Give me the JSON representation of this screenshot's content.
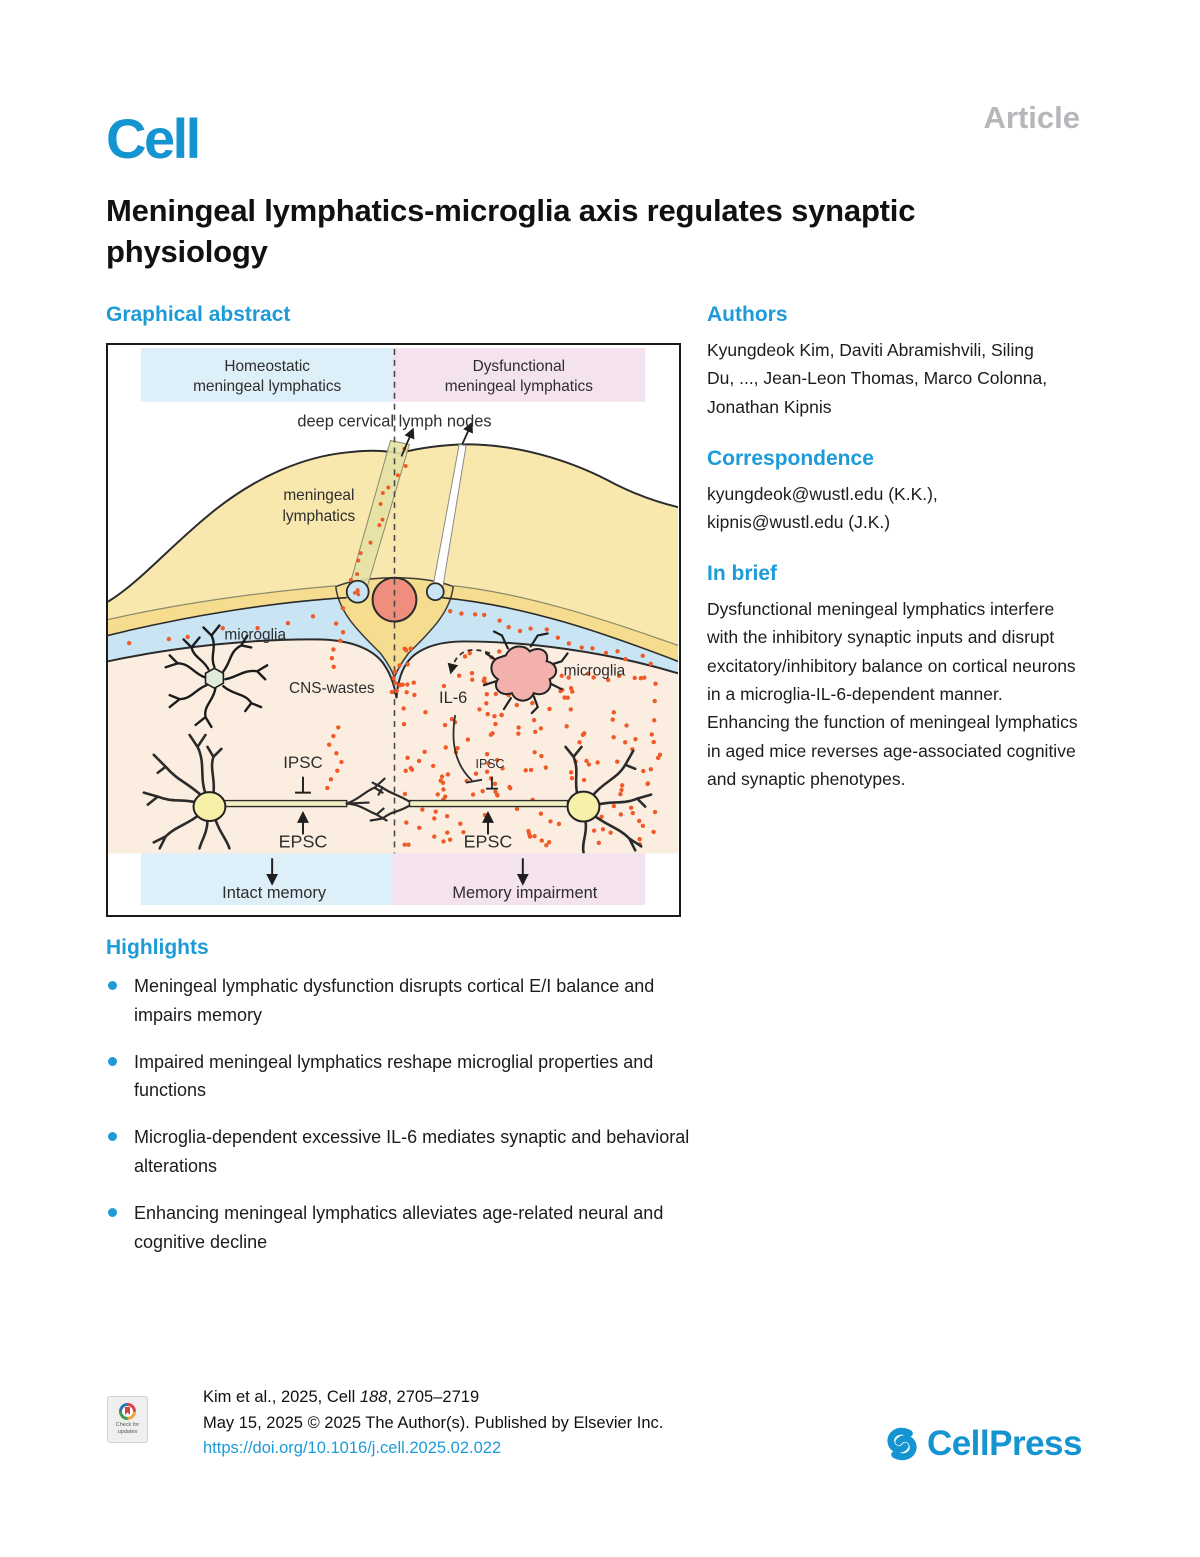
{
  "header": {
    "journal_logo": "Cell",
    "article_type": "Article"
  },
  "title": "Meningeal lymphatics-microglia axis regulates synaptic physiology",
  "left_column": {
    "graphical_abstract_heading": "Graphical abstract"
  },
  "figure": {
    "left_condition_line1": "Homeostatic",
    "left_condition_line2": "meningeal lymphatics",
    "right_condition_line1": "Dysfunctional",
    "right_condition_line2": "meningeal lymphatics",
    "deep_cervical": "deep cervical lymph nodes",
    "meningeal_line1": "meningeal",
    "meningeal_line2": "lymphatics",
    "microglia_left": "microglia",
    "microglia_right": "microglia",
    "cns_wastes": "CNS-wastes",
    "il6": "IL-6",
    "ipsc_left": "IPSC",
    "ipsc_right": "IPSC",
    "epsc_left": "EPSC",
    "epsc_right": "EPSC",
    "outcome_left": "Intact memory",
    "outcome_right": "Memory impairment"
  },
  "authors": {
    "heading": "Authors",
    "names": "Kyungdeok Kim, Daviti Abramishvili, Siling Du, ..., Jean-Leon Thomas, Marco Colonna, Jonathan Kipnis"
  },
  "correspondence": {
    "heading": "Correspondence",
    "emails": "kyungdeok@wustl.edu (K.K.), kipnis@wustl.edu (J.K.)"
  },
  "in_brief": {
    "heading": "In brief",
    "text": "Dysfunctional meningeal lymphatics interfere with the inhibitory synaptic inputs and disrupt excitatory/inhibitory balance on cortical neurons in a microglia-IL-6-dependent manner. Enhancing the function of meningeal lymphatics in aged mice reverses age-associated cognitive and synaptic phenotypes."
  },
  "highlights": {
    "heading": "Highlights",
    "items": [
      "Meningeal lymphatic dysfunction disrupts cortical E/I balance and impairs memory",
      "Impaired meningeal lymphatics reshape microglial properties and functions",
      "Microglia-dependent excessive IL-6 mediates synaptic and behavioral alterations",
      "Enhancing meningeal lymphatics alleviates age-related neural and cognitive decline"
    ]
  },
  "footer": {
    "citation_prefix": "Kim et al., 2025, Cell ",
    "citation_volume": "188",
    "citation_suffix": ", 2705–2719",
    "publication_line": "May 15, 2025 © 2025 The Author(s). Published by Elsevier Inc.",
    "doi": "https://doi.org/10.1016/j.cell.2025.02.022",
    "badge_label": "Check for updates",
    "publisher": "CellPress"
  },
  "colors": {
    "accent_blue": "#1d9bd9",
    "article_gray": "#b5b7ba",
    "dot_orange": "#f05a28",
    "band_blue": "#ddeff8",
    "band_pink": "#f5e2ef",
    "skull_yellow": "#f8e8ad",
    "dura_yellow": "#f5dc8e",
    "csf_blue": "#c9e5f3",
    "parenchyma": "#fbeee1",
    "sinus_salmon": "#ef8e7c"
  }
}
